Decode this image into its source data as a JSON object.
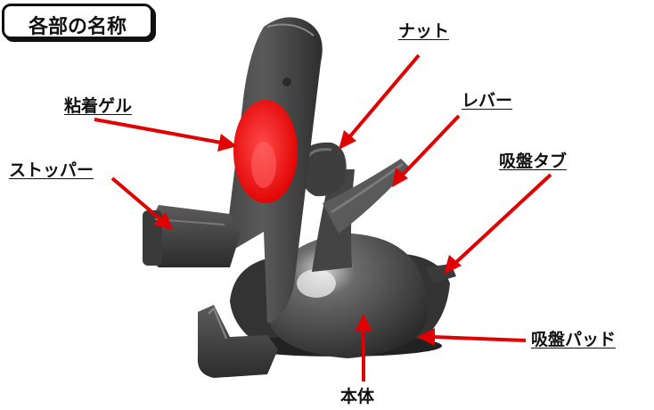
{
  "title": "各部の名称",
  "labels": {
    "nut": "ナット",
    "gel": "粘着ゲル",
    "lever": "レバー",
    "stopper": "ストッパー",
    "suction_tab": "吸盤タブ",
    "suction_pad": "吸盤パッド",
    "body": "本体"
  },
  "colors": {
    "arrow": "#e10000",
    "gel": "#ff1a1a",
    "device": "#4a4a4a",
    "text": "#111111"
  }
}
